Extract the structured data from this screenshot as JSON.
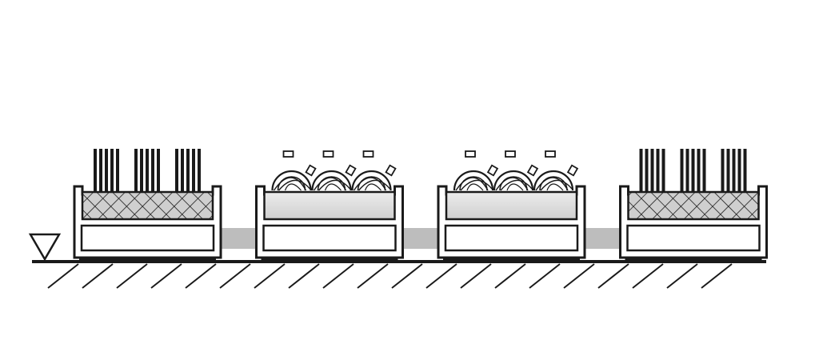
{
  "diagram": {
    "modules": [
      {
        "fill": "brush-strips"
      },
      {
        "fill": "rubber-loops"
      },
      {
        "fill": "rubber-loops"
      },
      {
        "fill": "brush-strips"
      }
    ],
    "colors": {
      "line": "#1a1a1a",
      "frame": "#ffffff",
      "connector": "#bdbdbd",
      "tray": "#d6d6d6",
      "hatch_fill": "#cfcfcf",
      "loop_fill": "#ffffff"
    }
  }
}
